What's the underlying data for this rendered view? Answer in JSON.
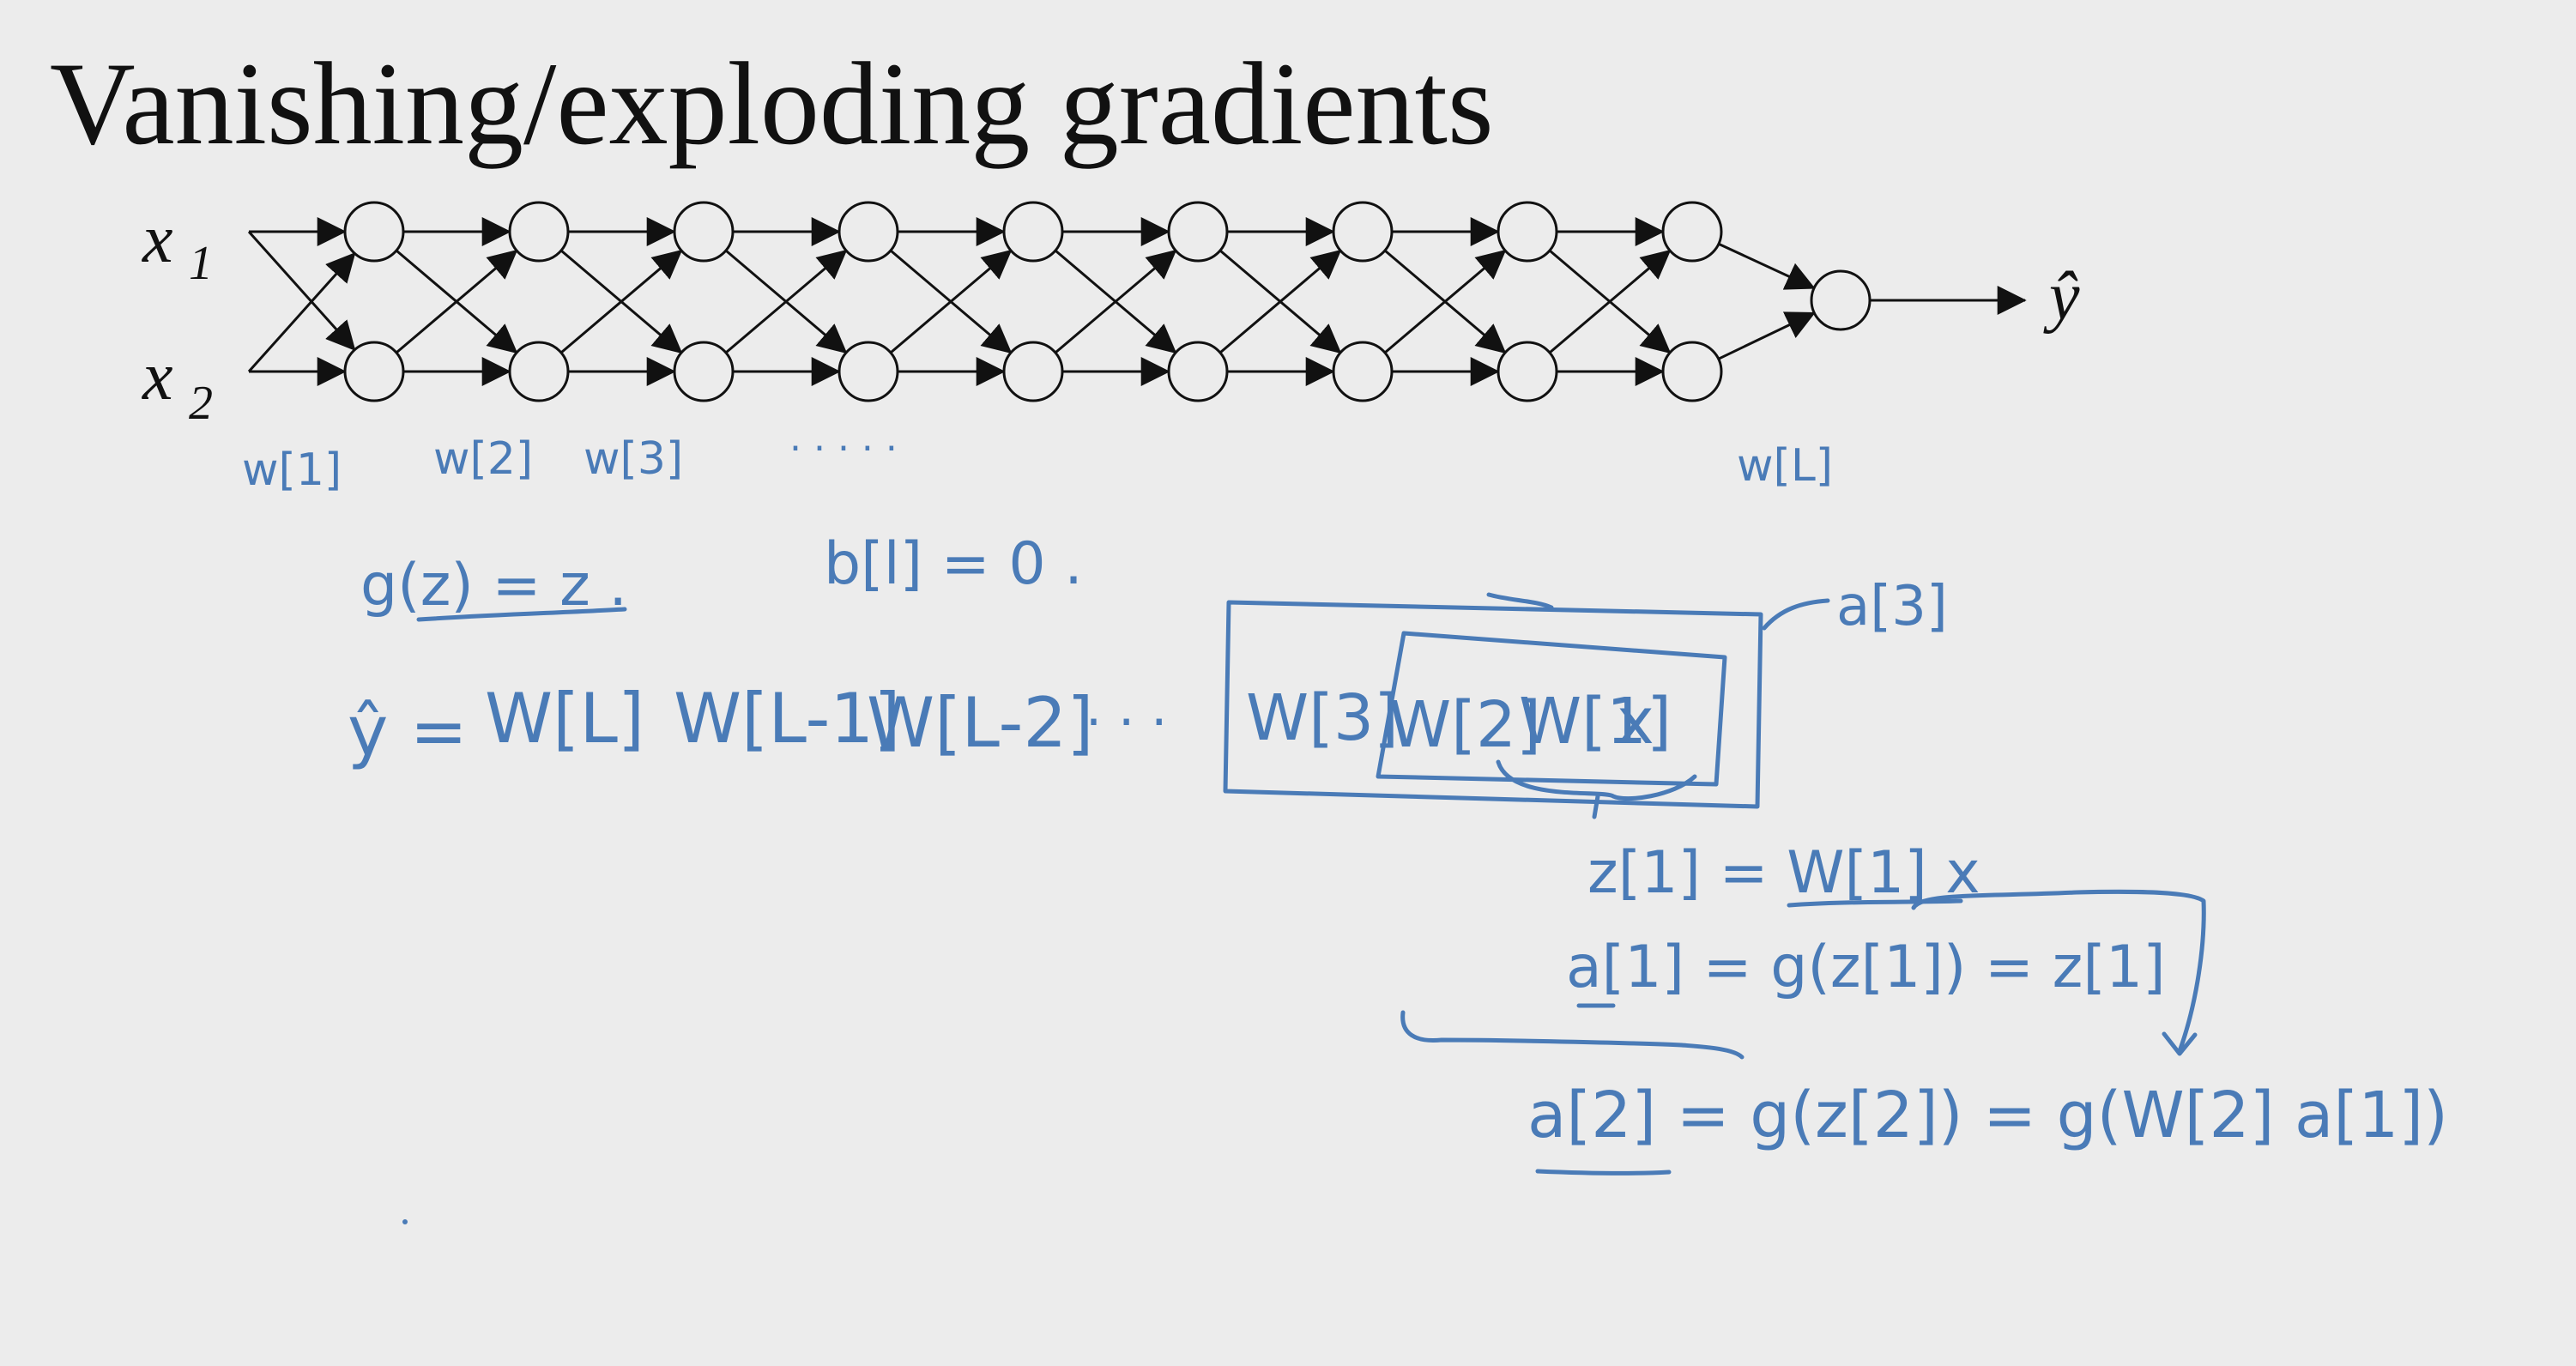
{
  "slide": {
    "title": "Vanishing/exploding gradients"
  },
  "network": {
    "inputs": [
      "x",
      "x"
    ],
    "input_subscripts": [
      "1",
      "2"
    ],
    "output_label": "ŷ",
    "hidden_layers": 9,
    "units_per_layer": 2
  },
  "annotations": {
    "weights_under_network": [
      "w[1]",
      "w[2]",
      "w[3]",
      ". . . . .",
      "w[L]"
    ],
    "activation": "g(z) = z .",
    "bias": "b[l] = 0 .",
    "yhat_equation": {
      "lhs": "ŷ =",
      "terms": [
        "W[L]",
        "W[L-1]",
        "W[L-2]",
        ". . ."
      ],
      "boxed": [
        "W[3]",
        "W[2]",
        "W[1]",
        "x"
      ]
    },
    "a3_label": "a[3]",
    "z1_eq": "z[1] = W[1] x",
    "a1_eq": "a[1] = g(z[1]) = z[1]",
    "a2_eq": "a[2] = g(z[2]) = g(W[2] a[1])"
  },
  "colors": {
    "background": "#ececec",
    "ink": "#4a7bb7",
    "diagram": "#111111"
  }
}
